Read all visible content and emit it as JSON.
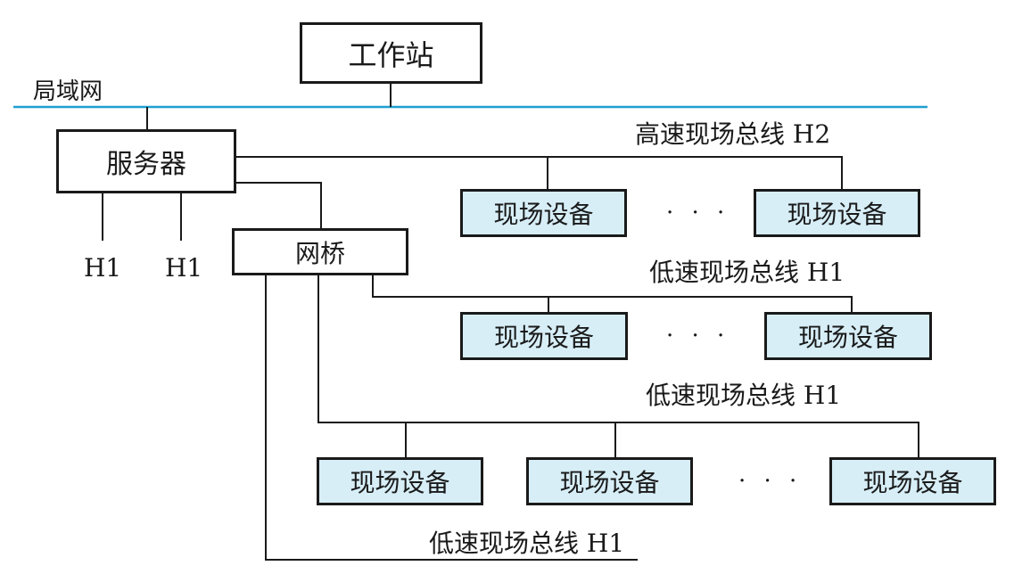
{
  "colors": {
    "lan_line": "#1e9fd0",
    "device_fill": "#d7eef7",
    "stroke": "#1a1a1a"
  },
  "nodes": {
    "workstation": "工作站",
    "server": "服务器",
    "bridge": "网桥"
  },
  "labels": {
    "lan": "局域网",
    "h2_bus": "高速现场总线 H2",
    "h1_bus_a": "低速现场总线 H1",
    "h1_bus_b": "低速现场总线 H1",
    "h1_bus_c": "低速现场总线 H1",
    "server_h1_left": "H1",
    "server_h1_right": "H1"
  },
  "devices": {
    "h2": [
      "现场设备",
      "现场设备"
    ],
    "h1a": [
      "现场设备",
      "现场设备"
    ],
    "h1b": [
      "现场设备",
      "现场设备",
      "现场设备"
    ]
  },
  "ellipsis": "· · ·"
}
